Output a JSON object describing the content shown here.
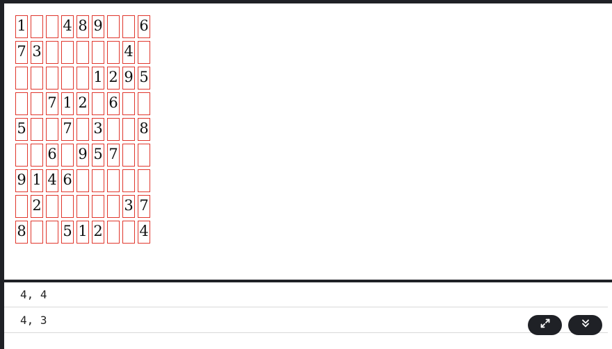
{
  "sudoku": {
    "rows": [
      [
        "1",
        "",
        "",
        "4",
        "8",
        "9",
        "",
        "",
        "6"
      ],
      [
        "7",
        "3",
        "",
        "",
        "",
        "",
        "",
        "4",
        ""
      ],
      [
        "",
        "",
        "",
        "",
        "",
        "1",
        "2",
        "9",
        "5"
      ],
      [
        "",
        "",
        "7",
        "1",
        "2",
        "",
        "6",
        "",
        ""
      ],
      [
        "5",
        "",
        "",
        "7",
        "",
        "3",
        "",
        "",
        "8"
      ],
      [
        "",
        "",
        "6",
        "",
        "9",
        "5",
        "7",
        "",
        ""
      ],
      [
        "9",
        "1",
        "4",
        "6",
        "",
        "",
        "",
        "",
        ""
      ],
      [
        "",
        "2",
        "",
        "",
        "",
        "",
        "",
        "3",
        "7"
      ],
      [
        "8",
        "",
        "",
        "5",
        "1",
        "2",
        "",
        "",
        "4"
      ]
    ]
  },
  "console": {
    "lines": [
      "4, 4",
      "4, 3"
    ]
  },
  "buttons": {
    "expand_icon": "expand-icon",
    "collapse_icon": "chevrons-down-icon"
  },
  "colors": {
    "cell_border": "#e0352b",
    "chrome": "#1f2126"
  }
}
